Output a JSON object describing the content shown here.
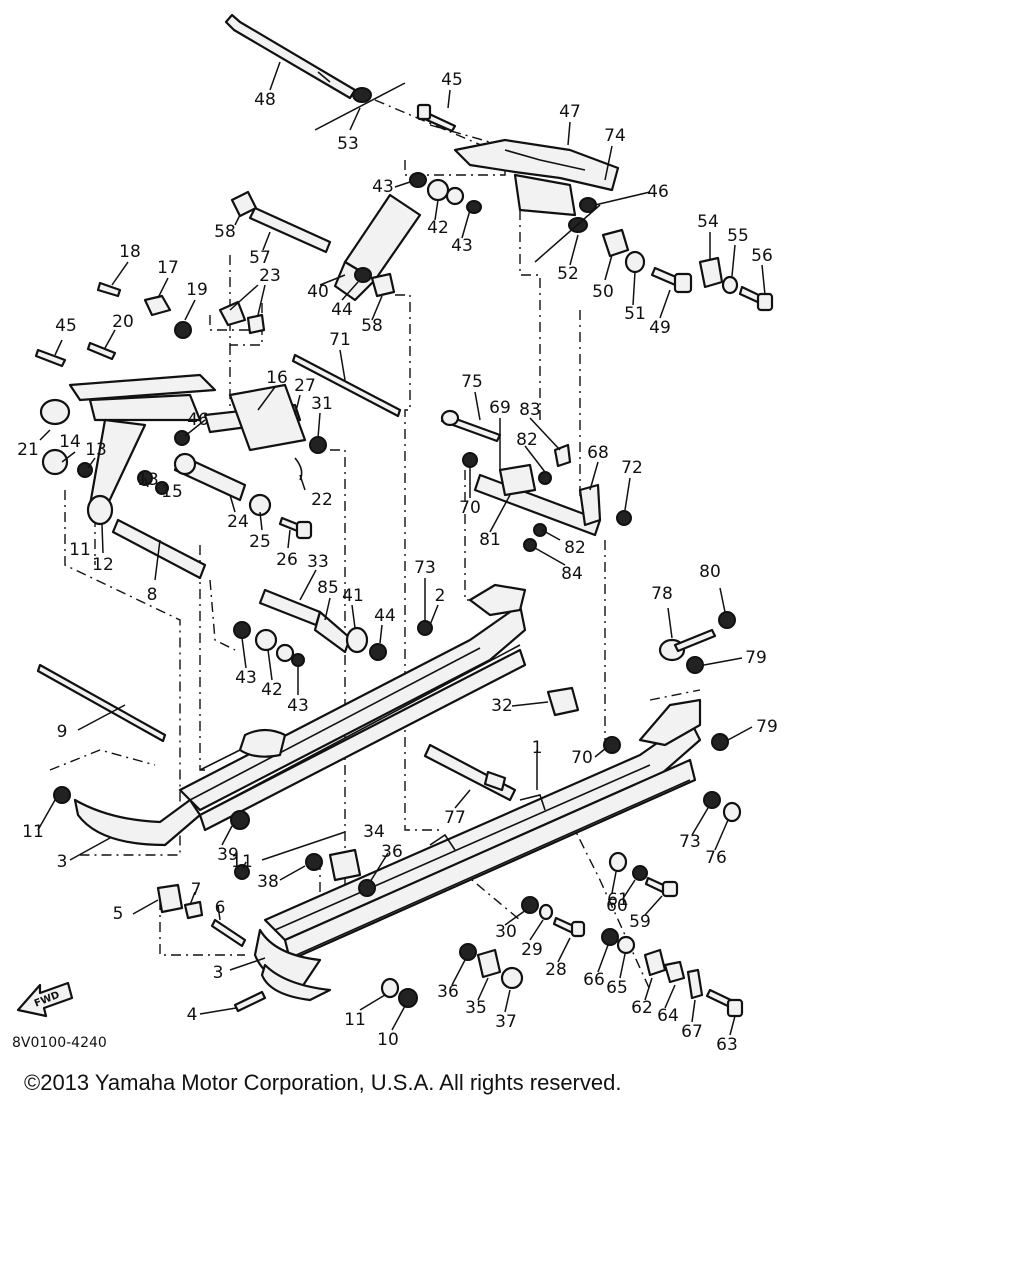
{
  "diagram": {
    "code": "8V0100-4240",
    "forward_label": "FWD",
    "callouts": [
      "48",
      "53",
      "45",
      "47",
      "74",
      "46",
      "43",
      "42",
      "43",
      "58",
      "57",
      "40",
      "44",
      "58",
      "52",
      "50",
      "51",
      "49",
      "54",
      "55",
      "56",
      "18",
      "17",
      "19",
      "23",
      "45",
      "20",
      "71",
      "16",
      "27",
      "31",
      "46",
      "21",
      "14",
      "13",
      "13",
      "15",
      "22",
      "11",
      "12",
      "24",
      "25",
      "26",
      "8",
      "75",
      "69",
      "83",
      "82",
      "68",
      "72",
      "70",
      "81",
      "82",
      "84",
      "33",
      "85",
      "41",
      "44",
      "73",
      "2",
      "43",
      "42",
      "43",
      "80",
      "78",
      "79",
      "9",
      "32",
      "70",
      "79",
      "1",
      "77",
      "11",
      "3",
      "39",
      "34",
      "36",
      "38",
      "11",
      "73",
      "76",
      "61",
      "60",
      "59",
      "5",
      "7",
      "6",
      "30",
      "29",
      "28",
      "3",
      "36",
      "35",
      "37",
      "66",
      "65",
      "62",
      "64",
      "67",
      "63",
      "4",
      "11",
      "10"
    ]
  },
  "copyright": "©2013 Yamaha Motor Corporation, U.S.A. All rights reserved."
}
